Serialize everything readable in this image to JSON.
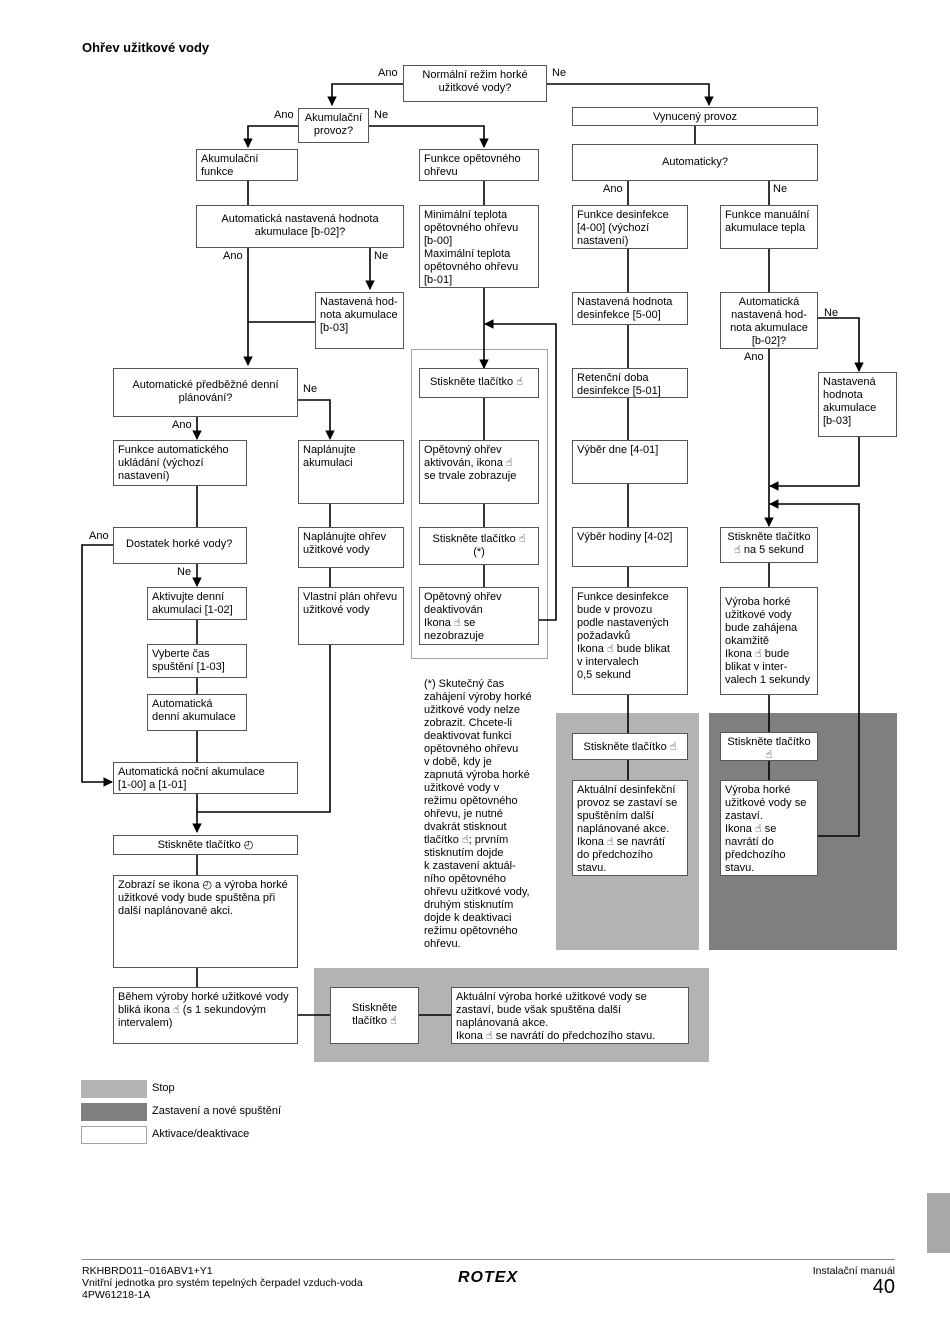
{
  "title": "Ohřev užitkové vody",
  "boxes": {
    "b1": "Normální režim horké užitkové vody?",
    "b2": "Akumulační provoz?",
    "b3": "Vynucený provoz",
    "b4": "Akumulační\nfunkce",
    "b5": "Funkce opětovného\nohřevu",
    "b6": "Automaticky?",
    "b7": "Automatická nastavená hodnota\nakumulace [b-02]?",
    "b8": "Minimální teplota\nopětovného ohřevu\n[b-00]\nMaximální teplota\nopětovného ohřevu\n[b-01]",
    "b9": "Funkce desinfekce\n[4-00] (výchozí\nnastavení)",
    "b10": "Funkce manuální\nakumulace tepla",
    "b11": "Nastavená hod-\nnota akumulace\n[b-03]",
    "b12": "Nastavená hodnota\ndesinfekce [5-00]",
    "b13": "Automatická\nnastavená hod-\nnota akumulace\n[b-02]?",
    "b14": "Automatické předběžné denní\nplánování?",
    "b15": "Stiskněte tlačítko ☝",
    "b16": "Retenční doba\ndesinfekce [5-01]",
    "b17": "Nastavená\nhodnota\nakumulace\n[b-03]",
    "b18": "Funkce automatického\nukládání (výchozí\nnastavení)",
    "b19": "Naplánujte\nakumulaci",
    "b20": "Opětovný ohřev\naktivován, ikona ☝\nse trvale zobrazuje",
    "b21": "Výběr dne [4-01]",
    "b22": "Dostatek horké vody?",
    "b23": "Naplánujte ohřev\nužitkové vody",
    "b24": "Stiskněte tlačítko ☝\n(*)",
    "b25": "Výběr hodiny [4-02]",
    "b26": "Stiskněte tlačítko\n☝ na 5 sekund",
    "b27": "Aktivujte denní\nakumulaci [1-02]",
    "b28": "Vlastní plán ohřevu\nužitkové vody",
    "b29": "Opětovný ohřev\ndeaktivován\nIkona ☝ se\nnezobrazuje",
    "b30": "Funkce desinfekce\nbude v provozu\npodle nastavených\npožadavků\nIkona ☝ bude blikat\nv intervalech\n0,5 sekund",
    "b31": "Výroba horké\nužitkové vody\nbude zahájena\nokamžitě\nIkona ☝ bude\nblikat v inter-\nvalech 1 sekundy",
    "b32": "Vyberte čas\nspuštění [1-03]",
    "b33": "Automatická\ndenní akumulace",
    "b34": "Stiskněte tlačítko ☝",
    "b35": "Stiskněte tlačítko\n☝",
    "b36": "Automatická noční akumulace\n[1-00] a [1-01]",
    "b37": "Aktuální desinfekční\nprovoz se zastaví se\nspuštěním další\nnaplánované akce.\nIkona ☝ se navrátí\ndo předchozího\nstavu.",
    "b38": "Výroba horké\nužitkové vody se\nzastaví.\nIkona ☝ se\nnavrátí do\npředchozího\nstavu.",
    "b39": "Stiskněte tlačítko ◴",
    "b40": "Zobrazí se ikona ◴ a výroba horké\nužitkové vody bude spuštěna při\ndalší naplánované akci.",
    "b41": "Během výroby horké užitkové vody\nbliká ikona ☝ (s 1 sekundovým\nintervalem)",
    "b42": "Stiskněte\ntlačítko ☝",
    "b43": "Aktuální výroba horké užitkové vody se\nzastaví, bude však spuštěna další\nnaplánovaná akce.\nIkona ☝ se navrátí do předchozího stavu."
  },
  "labels": {
    "yes": "Ano",
    "no": "Ne"
  },
  "note": "(*) Skutečný čas\nzahájení výroby horké\nužitkové vody nelze\nzobrazit. Chcete-li\ndeaktivovat funkci\nopětovného ohřevu\nv době, kdy je\nzapnutá výroba horké\nužitkové vody v\nrežimu opětovného\nohřevu, je nutné\ndvakrát stisknout\ntlačítko ☝; prvním\nstisknutím dojde\nk zastavení aktuál-\nního opětovného\nohřevu užitkové vody,\ndruhým stisknutím\ndojde k deaktivaci\nrežimu opětovného\nohřevu.",
  "legend": [
    {
      "label": "Stop",
      "color": "#b3b3b3"
    },
    {
      "label": "Zastavení a nové spuštění",
      "color": "#7f7f7f"
    },
    {
      "label": "Aktivace/deaktivace",
      "color": "#ffffff"
    }
  ],
  "footer": {
    "left": "RKHBRD011~016ABV1+Y1\nVnitřní jednotka pro systém tepelných čerpadel vzduch-voda\n4PW61218-1A",
    "logo": "ROTEX",
    "right": "Instalační manuál",
    "page": "40"
  }
}
